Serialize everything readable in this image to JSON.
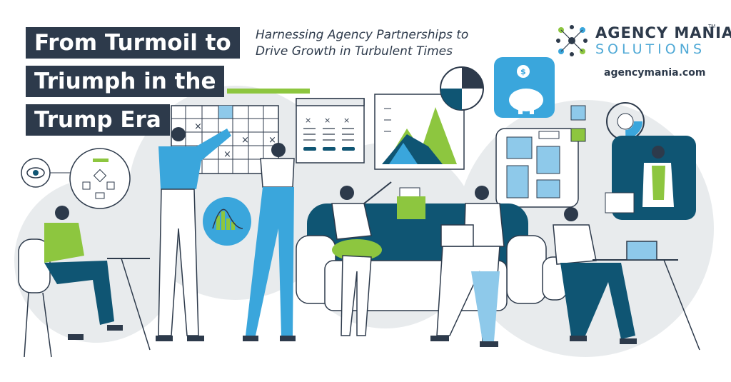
{
  "title": {
    "line1": "From Turmoil to",
    "line2": "Triumph in the",
    "line3": "Trump Era"
  },
  "subtitle": {
    "line1": "Harnessing Agency Partnerships to",
    "line2": "Drive Growth in Turbulent Times"
  },
  "brand": {
    "name": "AGENCY MANIA",
    "tm": "TM",
    "sub": "SOLUTIONS",
    "website": "agencymania.com"
  },
  "palette": {
    "navy": "#2d3a4b",
    "teal_dark": "#0f5573",
    "sky_blue": "#3aa6dc",
    "lime": "#8dc63f",
    "light_gray": "#e8ebed"
  },
  "icons": [
    "logo-icon",
    "eye-icon",
    "flowchart-icon",
    "bar-chart-icon",
    "pie-chart-icon",
    "piggy-bank-icon",
    "dollar-icon",
    "mountain-chart-icon",
    "donut-chart-icon",
    "laptop-icon",
    "folder-icon"
  ]
}
